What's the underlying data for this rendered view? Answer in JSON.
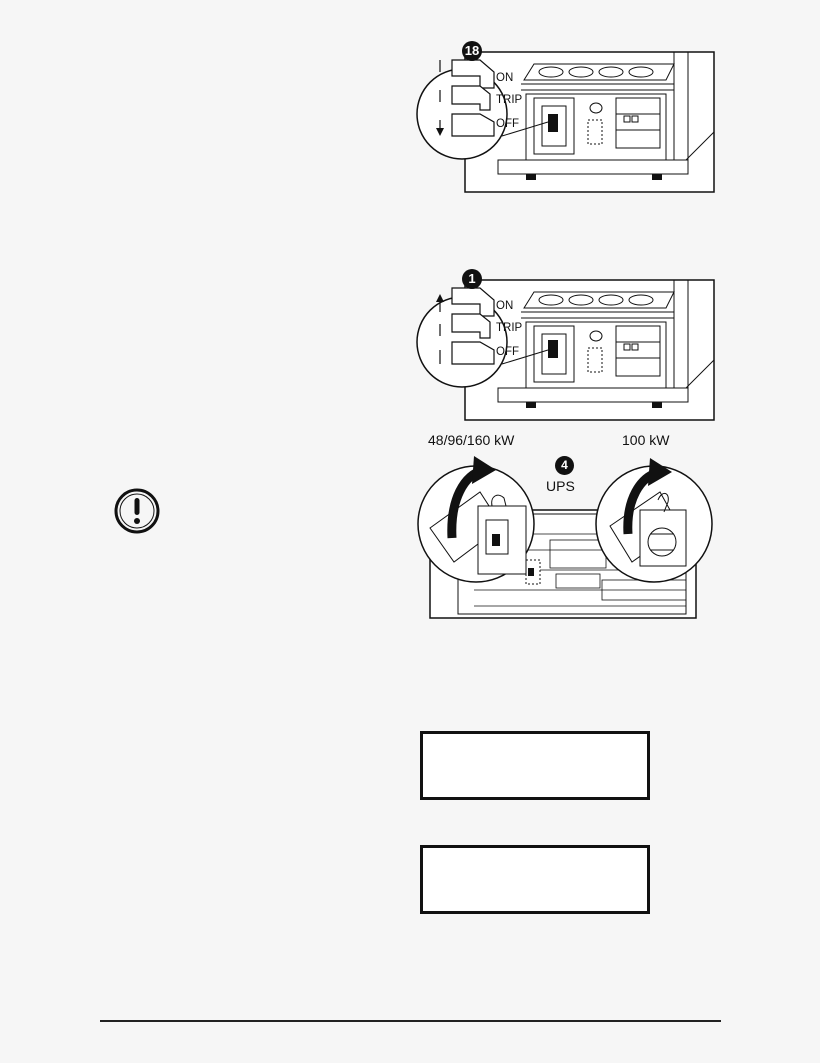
{
  "figure1": {
    "step_badge": "18",
    "labels": {
      "on": "ON",
      "trip": "TRIP",
      "off": "OFF"
    },
    "arrow_direction": "down"
  },
  "figure2": {
    "step_badge": "1",
    "labels": {
      "on": "ON",
      "trip": "TRIP",
      "off": "OFF"
    },
    "arrow_direction": "up"
  },
  "figure3": {
    "step_badge": "4",
    "caption_left": "48/96/160 kW",
    "caption_right": "100 kW",
    "caption_center": "UPS"
  },
  "note": {
    "icon": "exclamation-circle-icon"
  },
  "colors": {
    "ink": "#111111",
    "page": "#f6f6f6",
    "paper": "#ffffff"
  }
}
